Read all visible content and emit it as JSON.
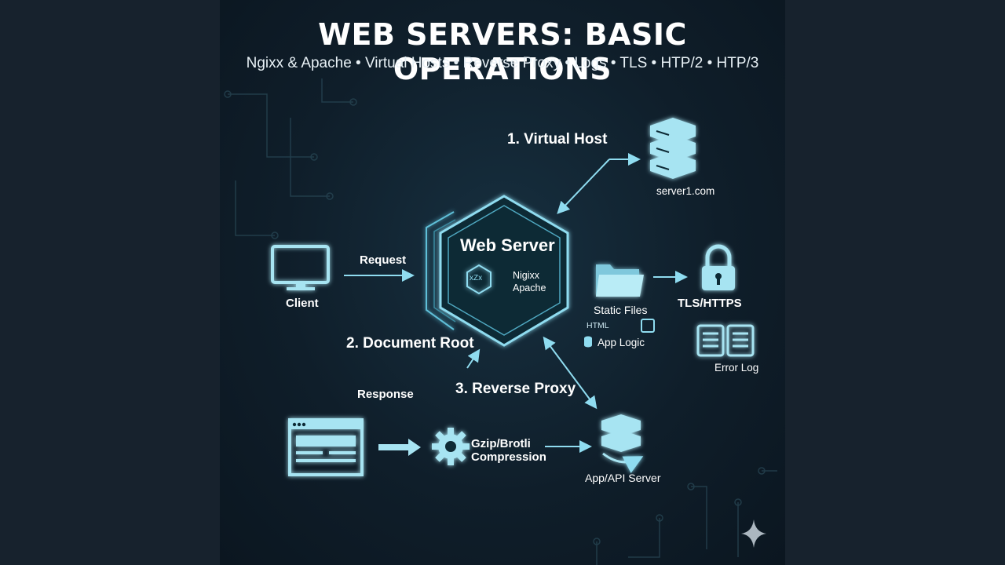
{
  "title": "WEB SERVERS: BASIC OPERATIONS",
  "subtitle": "Ngixx & Apache • Virtual Hosts • Reverse Proxy • Logs • TLS • HTP/2 • HTP/3",
  "steps": {
    "virtual_host": "1. Virtual Host",
    "document_root": "2. Document Root",
    "reverse_proxy": "3. Reverse Proxy"
  },
  "center": {
    "title": "Web Server",
    "software_line1": "Nigixx",
    "software_line2": "Apache",
    "logo_text": "xZx"
  },
  "nodes": {
    "client": "Client",
    "request": "Request",
    "response": "Response",
    "server1": "server1.com",
    "static_files": "Static Files",
    "html": "HTML",
    "app_logic": "App Logic",
    "tls": "TLS/HTTPS",
    "error_log": "Error Log",
    "compression_line1": "Gzip/Brotli",
    "compression_line2": "Compression",
    "app_api_server": "App/API Server"
  },
  "colors": {
    "accent": "#8fdcf0",
    "accent_fill": "#a7e4f2",
    "background": "#0f1e2a"
  }
}
